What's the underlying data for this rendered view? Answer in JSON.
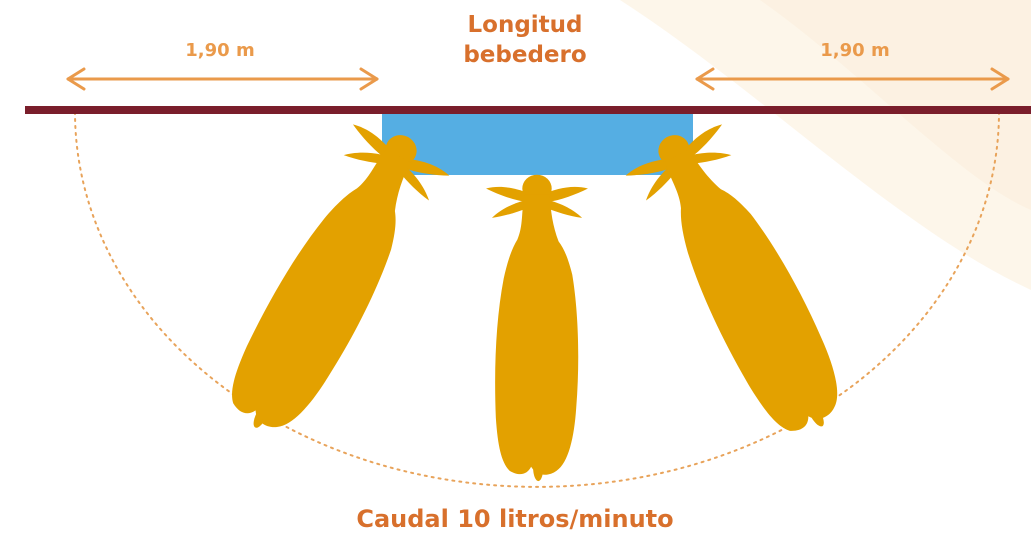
{
  "title": {
    "line1": "Longitud",
    "line2": "bebedero"
  },
  "distance_left": "1,90 m",
  "distance_right": "1,90 m",
  "caption": "Caudal 10 litros/minuto",
  "colors": {
    "trough": "#55aee3",
    "bar": "#7a1e2b",
    "cow": "#e3a100",
    "arrow": "#ea9a4b",
    "title": "#d8702c",
    "dotted_arc": "#e8a35a",
    "background_swoosh": "#fbefdc"
  },
  "icons": [
    "cow-silhouette",
    "water-trough",
    "double-headed-arrow",
    "semicircle-boundary"
  ]
}
